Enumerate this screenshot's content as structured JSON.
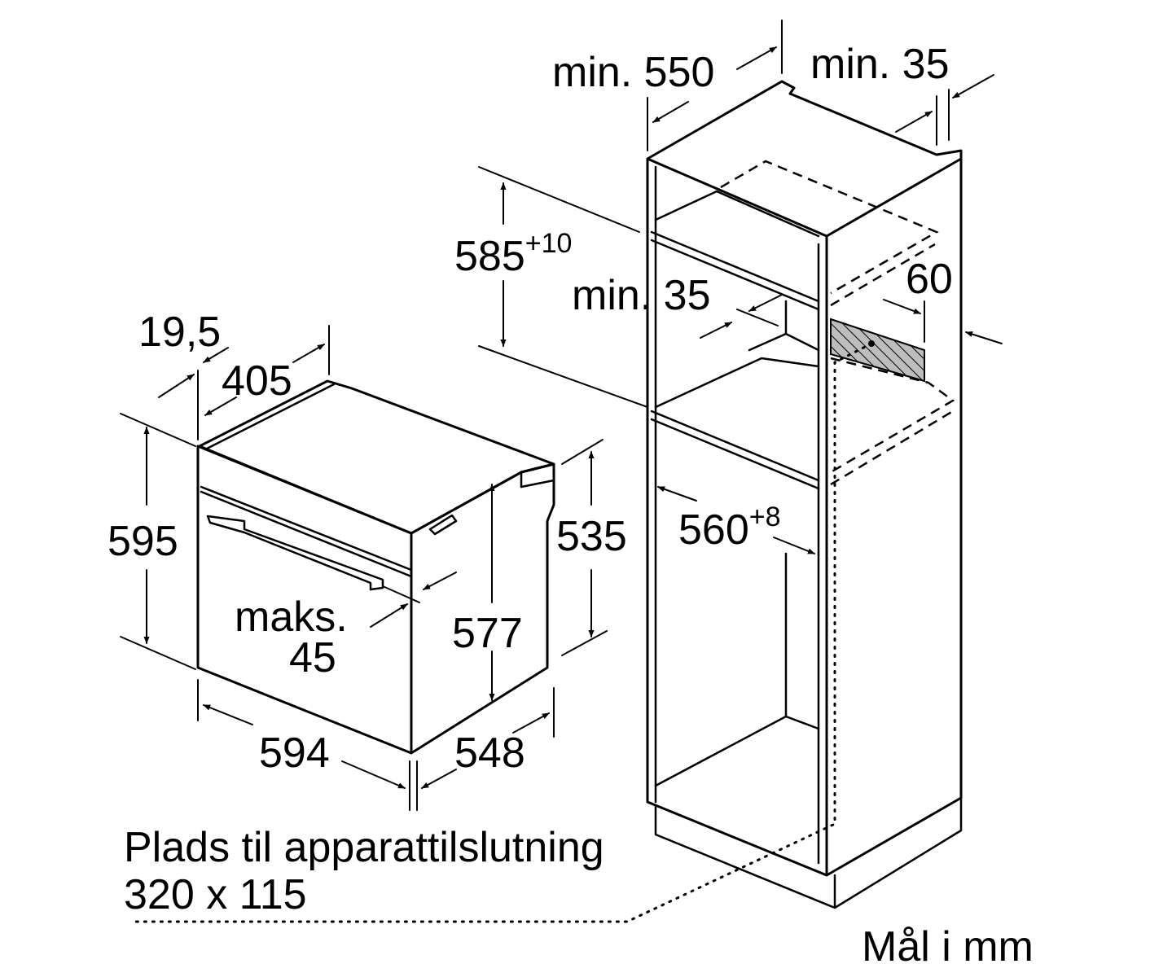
{
  "oven": {
    "top_depth": "19,5",
    "top_width": "405",
    "height": "595",
    "front_height": "535",
    "inner_height": "577",
    "max_label": "maks.",
    "max_value": "45",
    "width": "594",
    "depth": "548"
  },
  "cabinet": {
    "depth_min": "min. 550",
    "rear_gap_min": "min. 35",
    "niche_height": "585",
    "niche_height_tol": "+10",
    "shelf_gap_min": "min. 35",
    "vent": "60",
    "niche_width": "560",
    "niche_width_tol": "+8"
  },
  "connection": {
    "label": "Plads til apparattilslutning",
    "size": "320 x 115"
  },
  "units": "Mål i mm",
  "colors": {
    "line": "#000000",
    "background": "#ffffff"
  }
}
